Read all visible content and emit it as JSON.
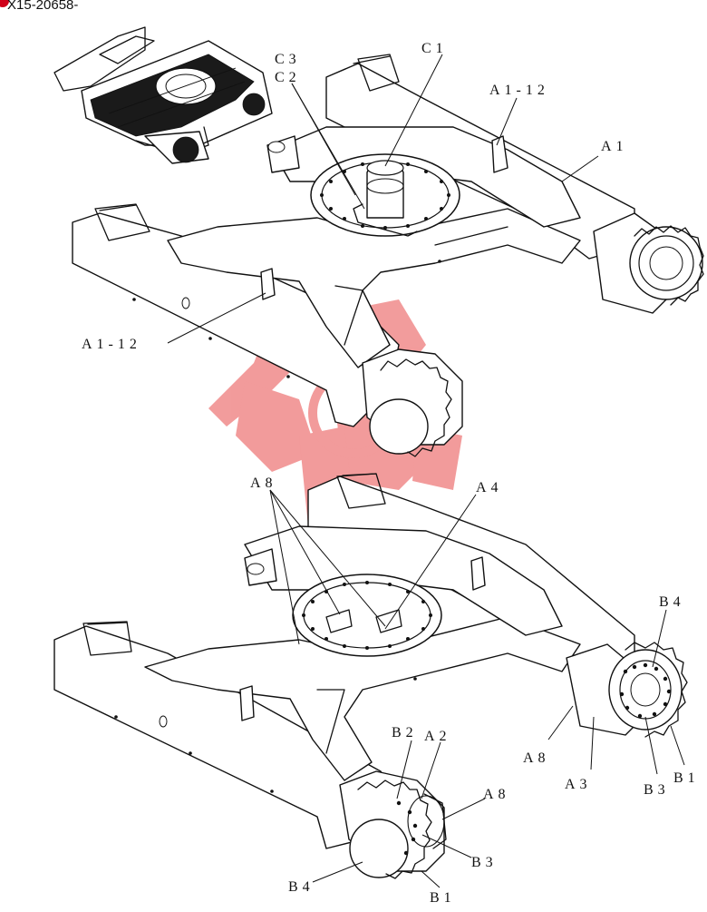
{
  "document": {
    "part_number": "X15-20658-"
  },
  "callouts": {
    "top": {
      "c3": "C3",
      "c2": "C2",
      "c1": "C1",
      "a1_12_right": "A1-12",
      "a1": "A1",
      "a1_12_left": "A1-12"
    },
    "bottom": {
      "a8_top": "A8",
      "a4": "A4",
      "b4_right": "B4",
      "b2": "B2",
      "a2": "A2",
      "a8_right": "A8",
      "a3": "A3",
      "a8_lower": "A8",
      "b3_right": "B3",
      "b1_right": "B1",
      "b3_lower": "B3",
      "b4_lower": "B4",
      "b1_lower": "B1"
    }
  },
  "colors": {
    "line": "#111111",
    "watermark": "#e84a4a",
    "marker": "#d0021b"
  }
}
